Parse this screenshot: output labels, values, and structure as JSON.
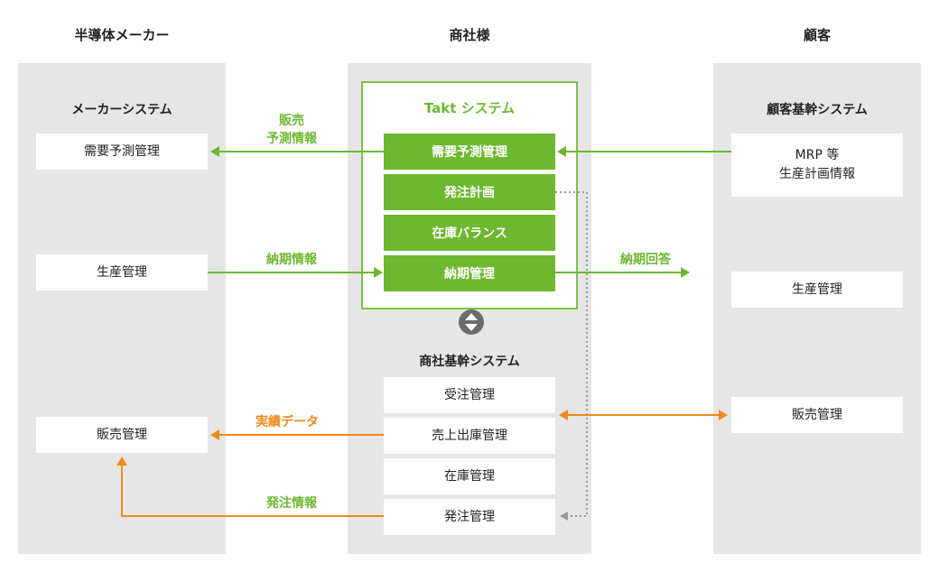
{
  "columns": {
    "maker": "半導体メーカー",
    "trader": "商社様",
    "customer": "顧客"
  },
  "maker_panel": {
    "title": "メーカーシステム",
    "items": [
      "需要予測管理",
      "生産管理",
      "販売管理"
    ]
  },
  "takt": {
    "title": "Takt システム",
    "items": [
      "需要予測管理",
      "発注計画",
      "在庫バランス",
      "納期管理"
    ]
  },
  "trader_core": {
    "title": "商社基幹システム",
    "items": [
      "受注管理",
      "売上出庫管理",
      "在庫管理",
      "発注管理"
    ]
  },
  "customer_panel": {
    "title": "顧客基幹システム",
    "mrp_line1": "MRP 等",
    "mrp_line2": "生産計画情報",
    "items": [
      "生産管理",
      "販売管理"
    ]
  },
  "flows": {
    "sales_forecast_line1": "販売",
    "sales_forecast_line2": "予測情報",
    "delivery_info": "納期情報",
    "delivery_reply": "納期回答",
    "actual_data": "実績データ",
    "order_info": "発注情報"
  },
  "colors": {
    "green": "#6db82f",
    "orange": "#f08a1a",
    "panel_gray": "#e6e6e6",
    "dotted_gray": "#999999"
  }
}
